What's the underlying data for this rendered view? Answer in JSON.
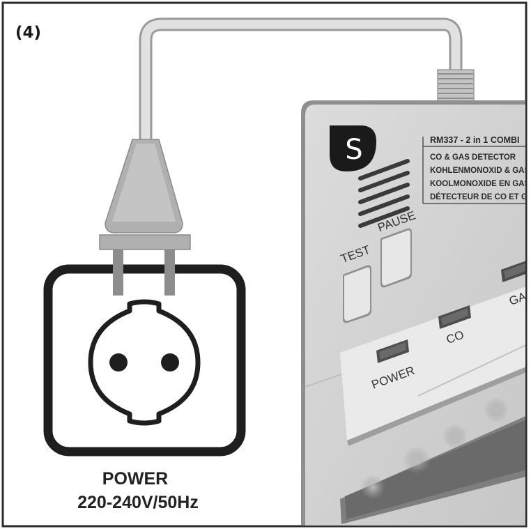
{
  "step": "(4)",
  "power": {
    "label": "POWER",
    "rating": "220-240V/50Hz"
  },
  "device": {
    "logo_letter": "S",
    "model": "RM337 - 2 in 1 COMBI",
    "descriptions": [
      "CO & GAS DETECTOR",
      "KOHLENMONOXID & GAS",
      "KOOLMONOXIDE EN GAS",
      "DÉTECTEUR DE CO ET GA"
    ],
    "buttons": {
      "test": "TEST",
      "pause": "PAUSE"
    },
    "leds": {
      "power": "POWER",
      "co": "CO",
      "gas": "GAS"
    }
  }
}
